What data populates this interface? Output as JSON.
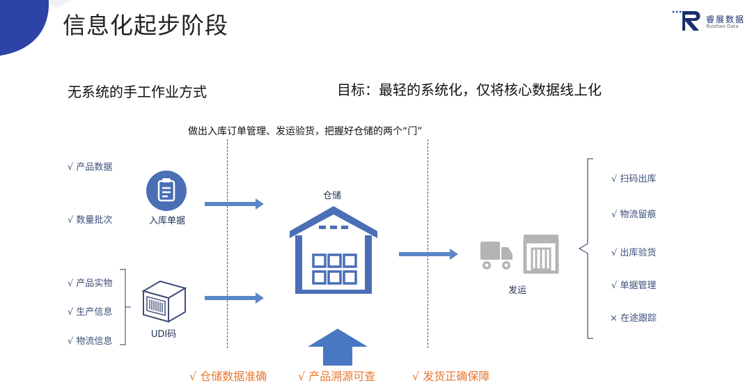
{
  "header": {
    "title": "信息化起步阶段",
    "logo_cn": "睿展数据",
    "logo_en": "Ruizhan Data"
  },
  "left_heading": "无系统的手工作业方式",
  "right_heading": "目标：最轻的系统化，仅将核心数据线上化",
  "middle_note": "做出入库订单管理、发运验货，把握好仓储的两个“门”",
  "left_items": {
    "product_data": "√ 产品数据",
    "batch": "√ 数量批次",
    "physical": "√ 产品实物",
    "production": "√ 生产信息",
    "logistics": "√ 物流信息"
  },
  "inbound_label": "入库单据",
  "udi_label": "UDI码",
  "warehouse_label": "仓储",
  "shipping_label": "发运",
  "right_items": {
    "scan_out": "√ 扫码出库",
    "trace": "√ 物流留痕",
    "inspect": "√ 出库验货",
    "docs": "√ 单据管理",
    "transit": "× 在途跟踪"
  },
  "bottom": {
    "accurate": "√ 仓储数据准确",
    "traceable": "√ 产品溯源可查",
    "correct": "√ 发货正确保障"
  },
  "colors": {
    "primary_blue": "#4a6fb5",
    "arrow_blue": "#5b87c6",
    "orange": "#e8772e",
    "gray_icon": "#b4b4b4"
  }
}
